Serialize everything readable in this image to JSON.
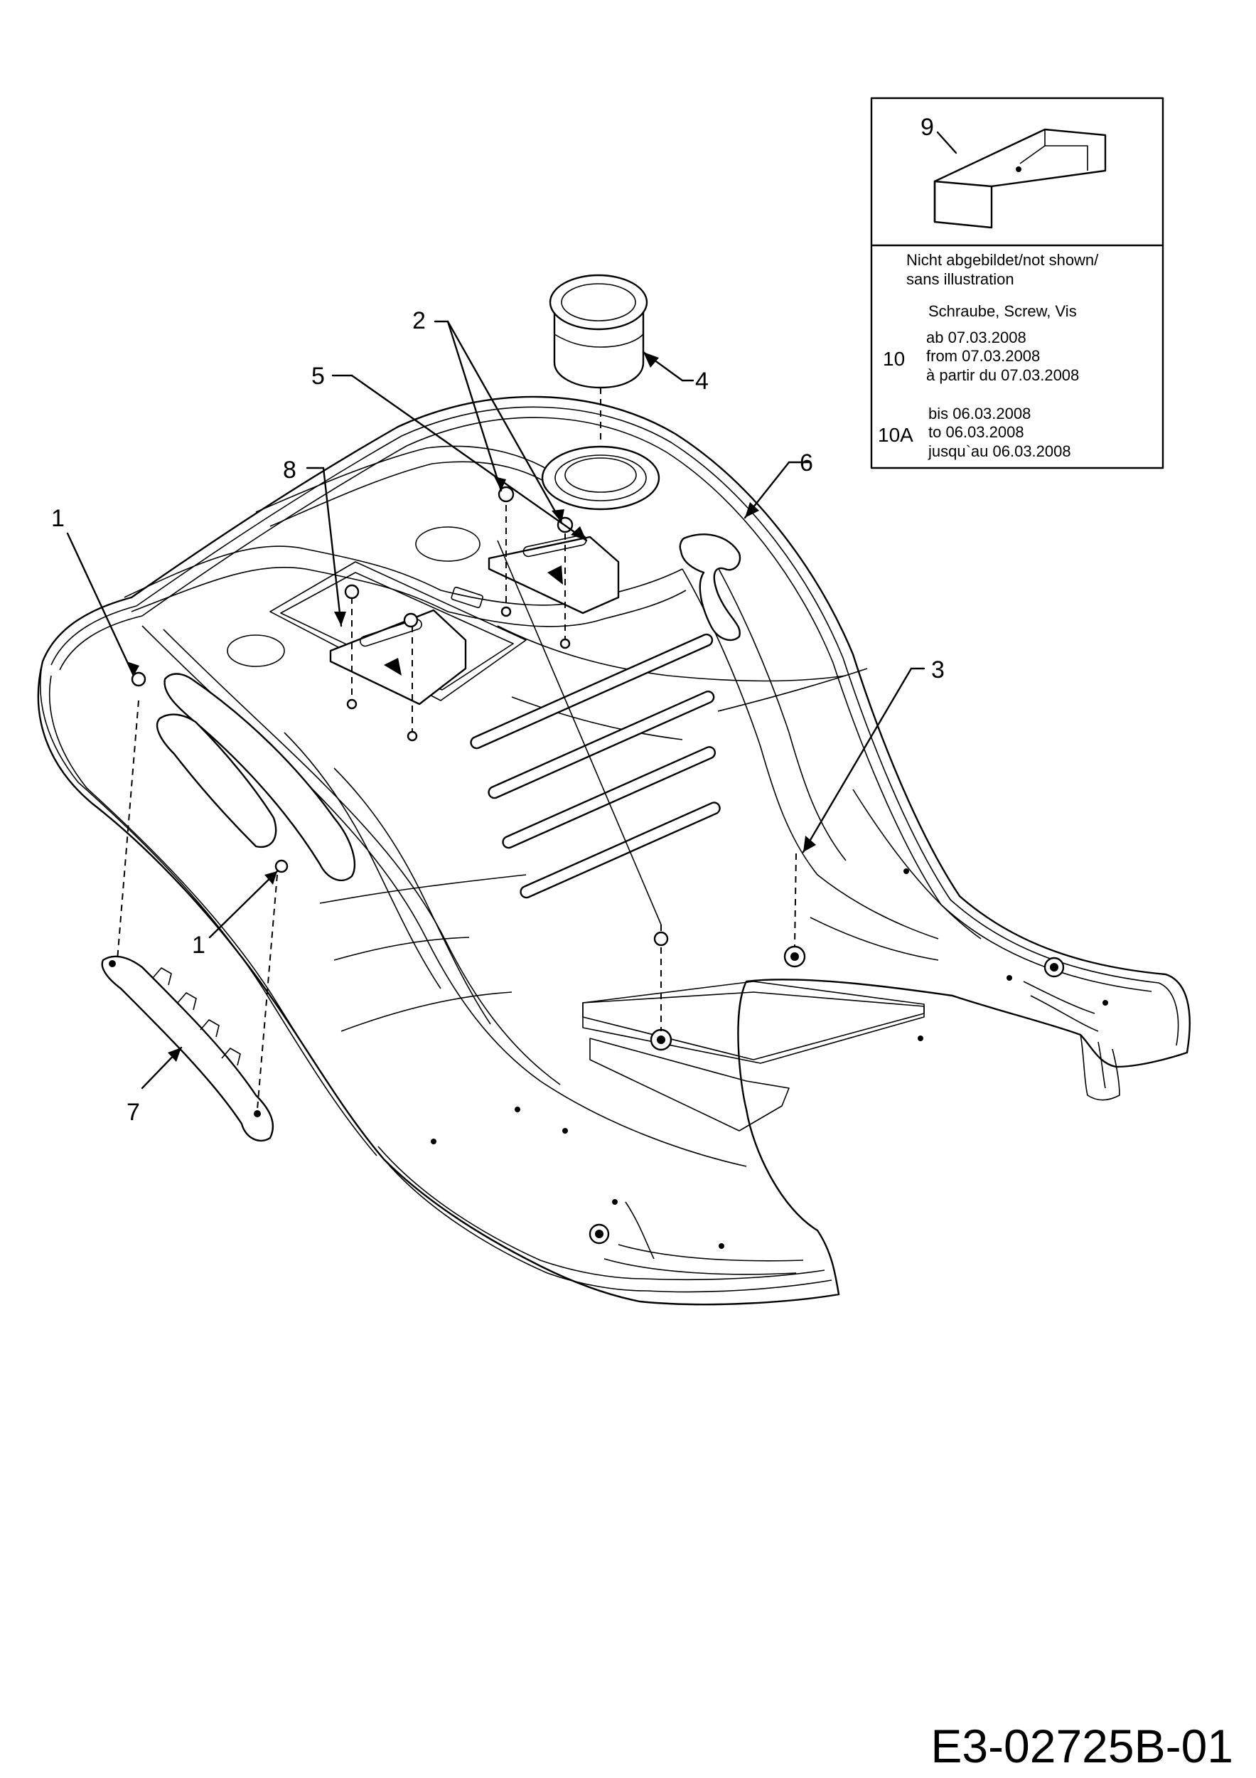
{
  "callouts": {
    "c1a": "1",
    "c1b": "1",
    "c2": "2",
    "c3": "3",
    "c4": "4",
    "c5": "5",
    "c6": "6",
    "c7": "7",
    "c8": "8",
    "c9": "9"
  },
  "info_panel": {
    "not_shown": [
      "Nicht abgebildet/not shown/",
      "sans illustration"
    ],
    "part_10": {
      "number": "10",
      "name": "Schraube, Screw, Vis",
      "lines": [
        "ab 07.03.2008",
        "from 07.03.2008",
        "à partir du 07.03.2008"
      ]
    },
    "part_10a": {
      "number": "10A",
      "lines": [
        "bis 06.03.2008",
        "to 06.03.2008",
        "jusqu`au 06.03.2008"
      ]
    }
  },
  "document_id": "E3-02725B-01"
}
